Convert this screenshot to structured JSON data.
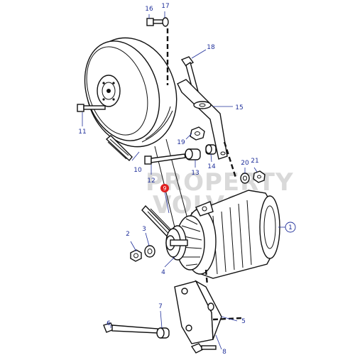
{
  "watermark": {
    "line1": "PROPERTY",
    "line2": "VOLVO"
  },
  "colors": {
    "callout_text": "#1f2f9a",
    "highlight_marker": "#e02020",
    "line_art": "#111111"
  },
  "callouts": {
    "c1": "1",
    "c2": "2",
    "c3": "3",
    "c4": "4",
    "c5": "5",
    "c6": "6",
    "c7": "7",
    "c8": "8",
    "c9": "9",
    "c10": "10",
    "c11": "11",
    "c12": "12",
    "c13": "13",
    "c14": "14",
    "c15": "15",
    "c16": "16",
    "c17": "17",
    "c18": "18",
    "c19": "19",
    "c20": "20",
    "c21": "21"
  }
}
